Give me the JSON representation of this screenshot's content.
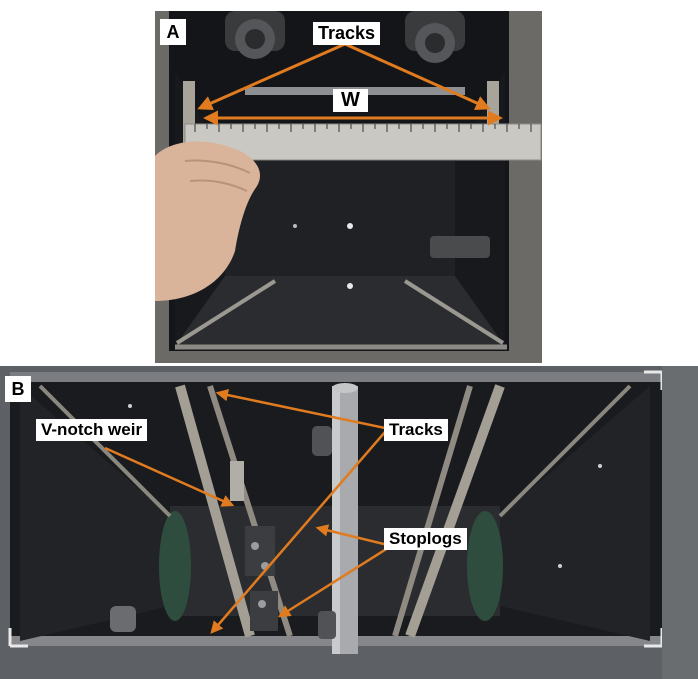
{
  "panel_a": {
    "letter": "A",
    "labels": {
      "tracks": "Tracks",
      "width": "W"
    }
  },
  "panel_b": {
    "letter": "B",
    "labels": {
      "vnotch": "V-notch weir",
      "tracks": "Tracks",
      "stoplogs": "Stoplogs"
    }
  },
  "colors": {
    "annotation_arrow": "#e07b1f",
    "label_background": "#ffffff",
    "label_text": "#000000"
  }
}
